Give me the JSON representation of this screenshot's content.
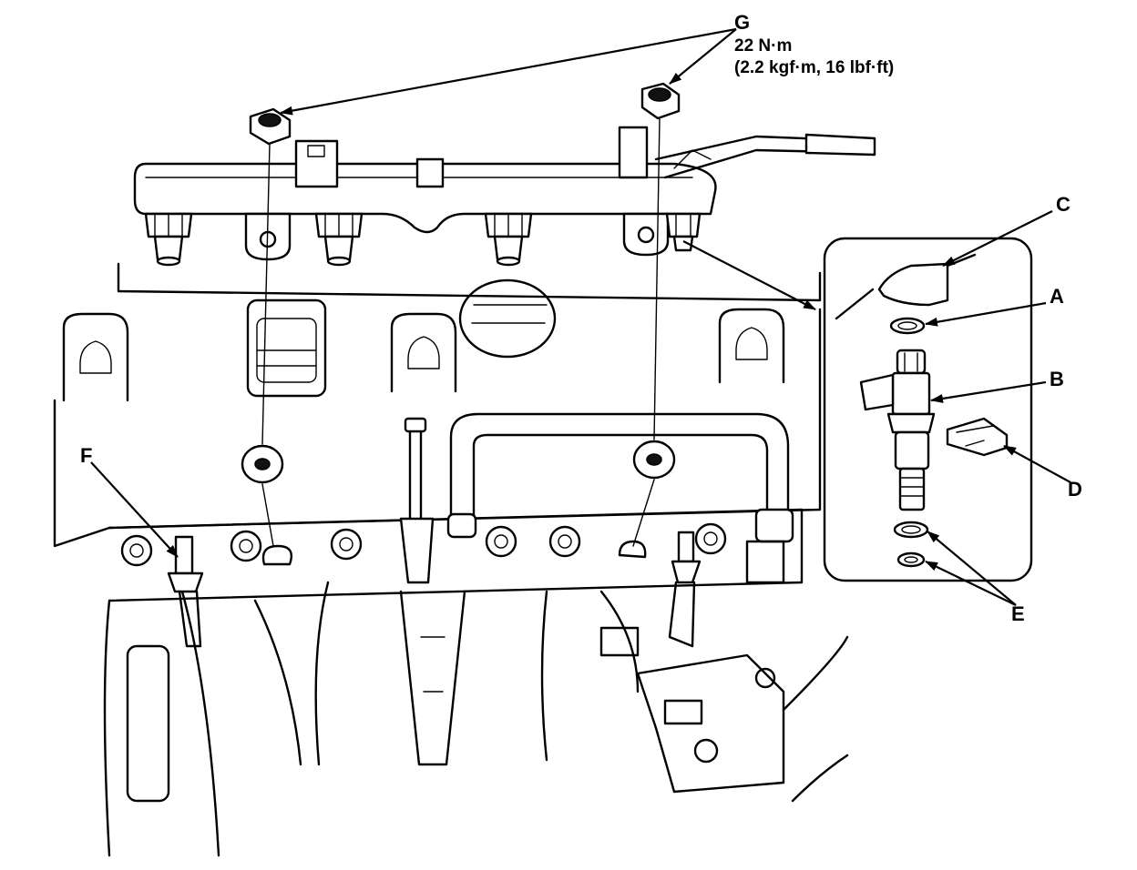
{
  "callouts": {
    "a": "A",
    "b": "B",
    "c": "C",
    "d": "D",
    "e": "E",
    "f": "F",
    "g": "G"
  },
  "torque_spec": {
    "line1": "22 N·m",
    "line2": "(2.2 kgf·m, 16 lbf·ft)"
  }
}
